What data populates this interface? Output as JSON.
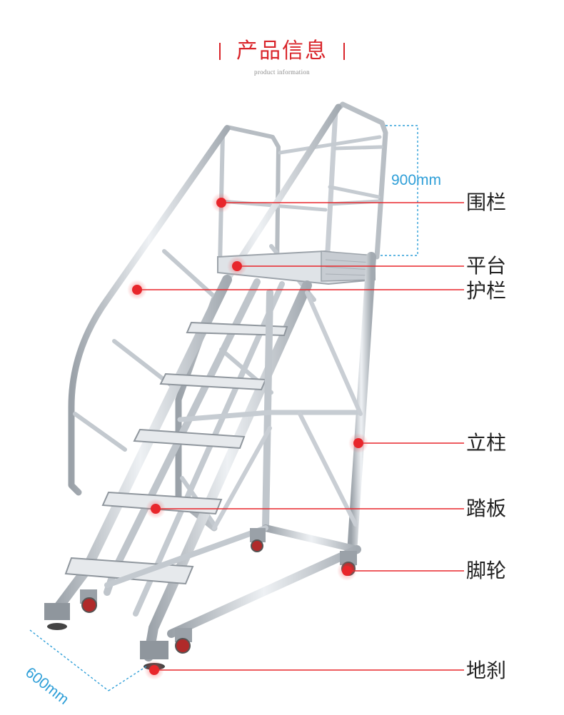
{
  "header": {
    "title": "产品信息",
    "subtitle": "product information"
  },
  "dimensions": {
    "height": "900mm",
    "width": "600mm"
  },
  "parts": [
    {
      "id": "fence",
      "label": "围栏"
    },
    {
      "id": "platform",
      "label": "平台"
    },
    {
      "id": "guardrail",
      "label": "护栏"
    },
    {
      "id": "column",
      "label": "立柱"
    },
    {
      "id": "tread",
      "label": "踏板"
    },
    {
      "id": "caster",
      "label": "脚轮"
    },
    {
      "id": "brake",
      "label": "地刹"
    }
  ],
  "colors": {
    "accent": "#e8262b",
    "dimension": "#2f9fd8",
    "title": "#d9242a"
  }
}
